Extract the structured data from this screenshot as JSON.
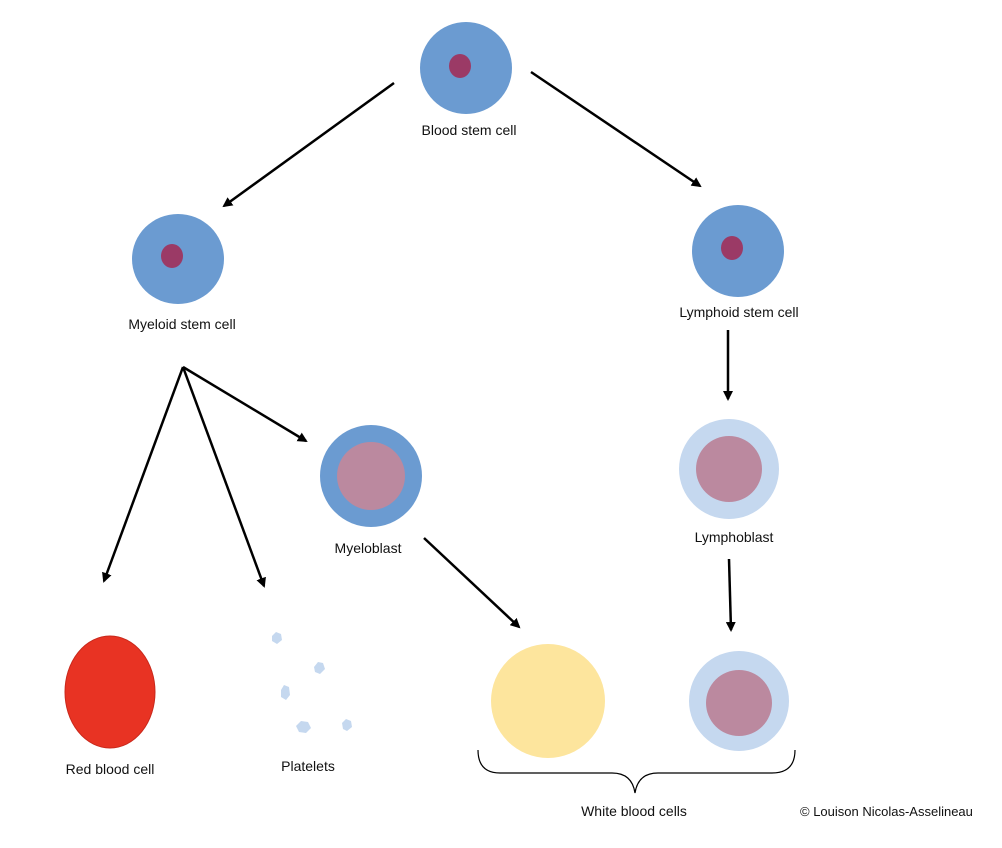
{
  "nodes": {
    "blood_stem_cell": "Blood stem cell",
    "myeloid_stem_cell": "Myeloid stem cell",
    "lymphoid_stem_cell": "Lymphoid stem cell",
    "myeloblast": "Myeloblast",
    "lymphoblast": "Lymphoblast",
    "red_blood_cell": "Red blood cell",
    "platelets": "Platelets"
  },
  "group_label": "White blood cells",
  "credit": "© Louison Nicolas-Asselineau",
  "colors": {
    "stem_cytoplasm": "#6b9bd1",
    "stem_nucleus": "#9b3a66",
    "blast_nucleus": "#bb899f",
    "lymph_cytoplasm": "#c5d8ef",
    "red_cell": "#e83323",
    "red_cell_border": "#c9281b",
    "granulocyte": "#fde59d",
    "platelet": "#c5d8ef",
    "arrow": "#000000"
  }
}
